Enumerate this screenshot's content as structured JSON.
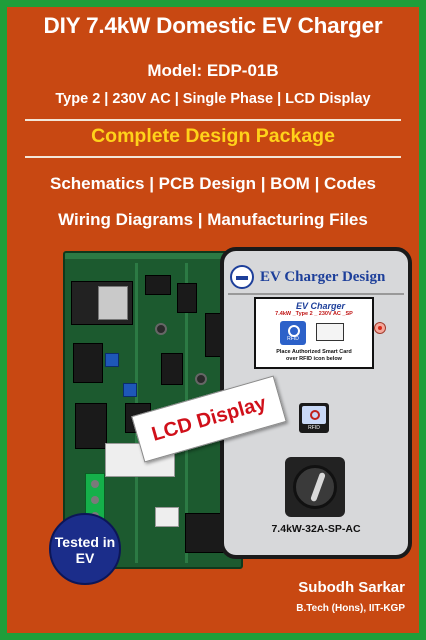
{
  "header": {
    "title": "DIY 7.4kW Domestic EV Charger",
    "model": "Model: EDP-01B",
    "specs": "Type 2 | 230V AC | Single Phase | LCD Display"
  },
  "package": {
    "headline": "Complete Design Package",
    "contents_line1": "Schematics | PCB Design | BOM | Codes",
    "contents_line2": "Wiring Diagrams | Manufacturing Files"
  },
  "enclosure": {
    "brand": "EV Charger Design",
    "lcd": {
      "brand": "EV Charger",
      "model": "7.4kW _Type 2 _ 230V AC _SP",
      "rfid_label": "RFID",
      "message_line1": "Place Authorized Smart Card",
      "message_line2": "over RFID icon below"
    },
    "rfid_pad_label": "RFID",
    "model_code": "7.4kW-32A-SP-AC"
  },
  "badges": {
    "lcd_display": "LCD Display",
    "tested_line1": "Tested in",
    "tested_line2": "EV"
  },
  "author": {
    "name": "Subodh Sarkar",
    "credential": "B.Tech (Hons), IIT-KGP"
  },
  "colors": {
    "background": "#c84812",
    "frame": "#1f9e3a",
    "accent_yellow": "#ffd21a",
    "brand_blue": "#1d3f9a",
    "badge_blue": "#1b2d8a"
  }
}
